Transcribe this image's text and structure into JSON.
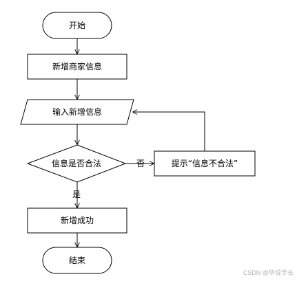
{
  "nodes": {
    "start": "开始",
    "add_merchant": "新增商家信息",
    "input_info": "输入新增信息",
    "decision": "信息是否合法",
    "prompt": "提示“信息不合法”",
    "success": "新增成功",
    "end": "结束"
  },
  "edge_labels": {
    "no": "否",
    "yes": "是"
  },
  "watermark": "CSDN @毕设学长"
}
